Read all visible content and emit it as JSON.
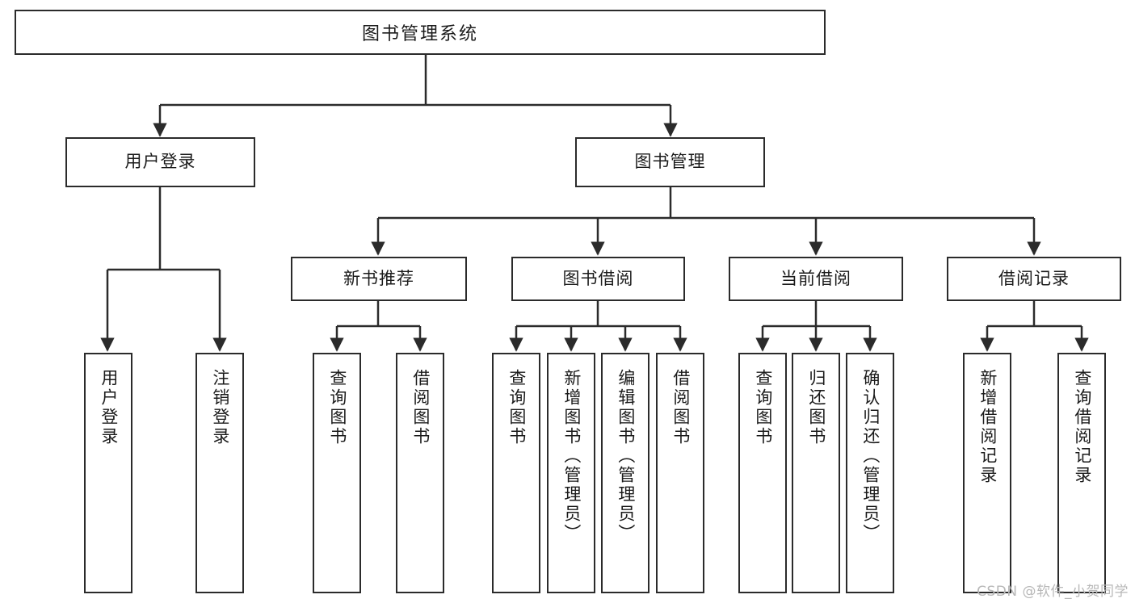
{
  "diagram": {
    "title": "图书管理系统",
    "type": "tree",
    "watermark": "CSDN @软件_小贺同学",
    "colors": {
      "stroke": "#2b2b2b",
      "text": "#1b1b1b",
      "background": "#ffffff",
      "watermark": "#b8b8b8"
    },
    "root": {
      "label": "图书管理系统"
    },
    "level2": [
      {
        "label": "用户登录"
      },
      {
        "label": "图书管理"
      }
    ],
    "level3": [
      {
        "label": "新书推荐"
      },
      {
        "label": "图书借阅"
      },
      {
        "label": "当前借阅"
      },
      {
        "label": "借阅记录"
      }
    ],
    "leaves": {
      "user_login": [
        {
          "label": "用户登录"
        },
        {
          "label": "注销登录"
        }
      ],
      "new_book": [
        {
          "label": "查询图书"
        },
        {
          "label": "借阅图书"
        }
      ],
      "borrow_book": [
        {
          "label": "查询图书"
        },
        {
          "label": "新增图书（管理员）"
        },
        {
          "label": "编辑图书（管理员）"
        },
        {
          "label": "借阅图书"
        }
      ],
      "current_borrow": [
        {
          "label": "查询图书"
        },
        {
          "label": "归还图书"
        },
        {
          "label": "确认归还（管理员）"
        }
      ],
      "borrow_record": [
        {
          "label": "新增借阅记录"
        },
        {
          "label": "查询借阅记录"
        }
      ]
    }
  }
}
